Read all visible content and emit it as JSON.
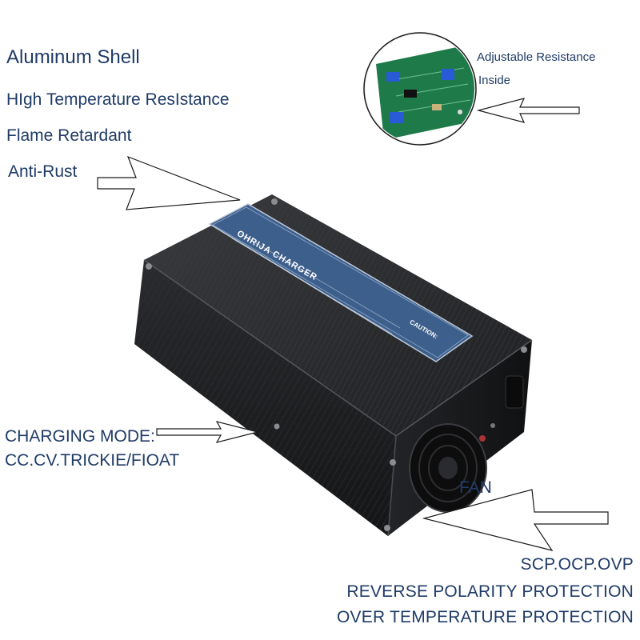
{
  "features": {
    "line1": "Aluminum Shell",
    "line2": "HIgh Temperature ResIstance",
    "line3": "Flame Retardant",
    "line4": "Anti-Rust"
  },
  "callout": {
    "line1": "Adjustable Resistance",
    "line2": "Inside"
  },
  "charging_mode": {
    "line1": "CHARGING MODE:",
    "line2": "CC.CV.TRICKIE/FIOAT"
  },
  "fan": {
    "label": "FAN"
  },
  "protections": {
    "line1": "SCP.OCP.OVP",
    "line2": "REVERSE POLARITY PROTECTION",
    "line3": "OVER TEMPERATURE PROTECTION"
  },
  "product_label": {
    "brand": "OHRIJA CHARGER",
    "caution": "CAUTION:"
  },
  "colors": {
    "text": "#1f3b66",
    "shell_dark": "#1c1d1f",
    "shell_mid": "#2c2d30",
    "label_blue": "#3d5f8c",
    "pcb_green": "#1f7a4a"
  }
}
